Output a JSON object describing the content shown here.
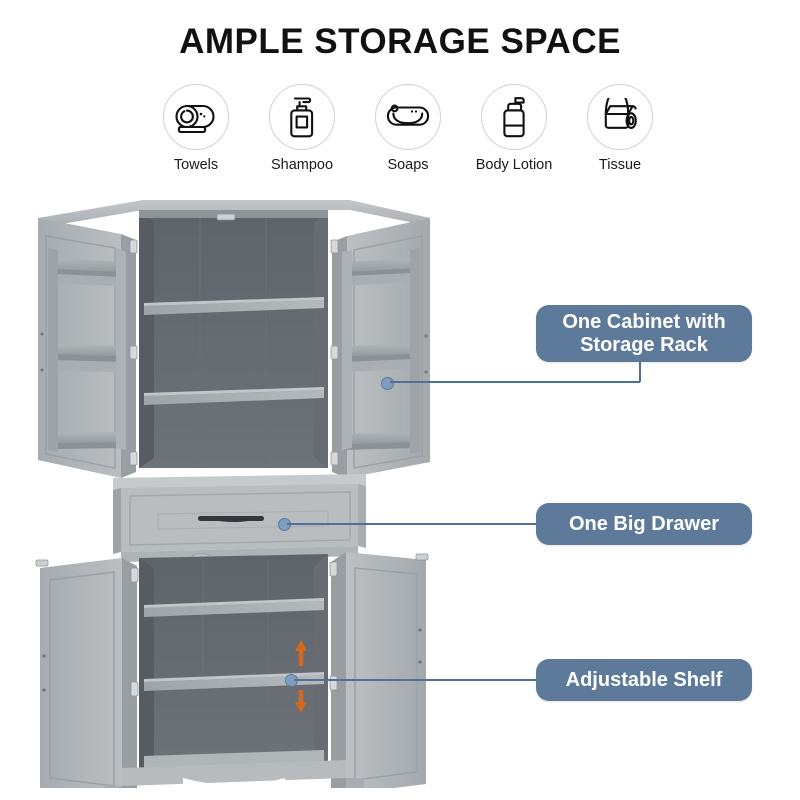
{
  "header": {
    "title": "AMPLE STORAGE SPACE"
  },
  "features": {
    "items": [
      {
        "label": "Towels",
        "icon": "rolled-towel-icon"
      },
      {
        "label": "Shampoo",
        "icon": "shampoo-pump-bottle-icon"
      },
      {
        "label": "Soaps",
        "icon": "soap-bar-icon"
      },
      {
        "label": "Body Lotion",
        "icon": "lotion-pump-bottle-icon"
      },
      {
        "label": "Tissue",
        "icon": "tissue-roll-icon"
      }
    ]
  },
  "callouts": [
    {
      "id": "storage-rack",
      "label": "One Cabinet with Storage Rack",
      "line1": "One Cabinet with",
      "line2": "Storage Rack"
    },
    {
      "id": "big-drawer",
      "label": "One Big Drawer",
      "line1": "One Big Drawer",
      "line2": ""
    },
    {
      "id": "adjustable-shelf",
      "label": "Adjustable Shelf",
      "line1": "Adjustable Shelf",
      "line2": ""
    }
  ],
  "product": {
    "name": "grey-tall-bathroom-storage-cabinet",
    "sections": {
      "upper_cabinet": "upper-cabinet-open-doors-with-storage-racks",
      "drawer": "middle-drawer-with-bar-handle",
      "lower_cabinet": "lower-cabinet-open-doors-with-adjustable-shelves"
    }
  },
  "colors": {
    "badge": "#5d7a9a",
    "connector": "#4f7099",
    "dot": "#7f9dbe",
    "arrow": "#d2691e",
    "cabinet_light": "#b7bbbe",
    "cabinet_mid": "#9aa0a4",
    "cabinet_dark": "#5a6064",
    "title": "#111111"
  }
}
